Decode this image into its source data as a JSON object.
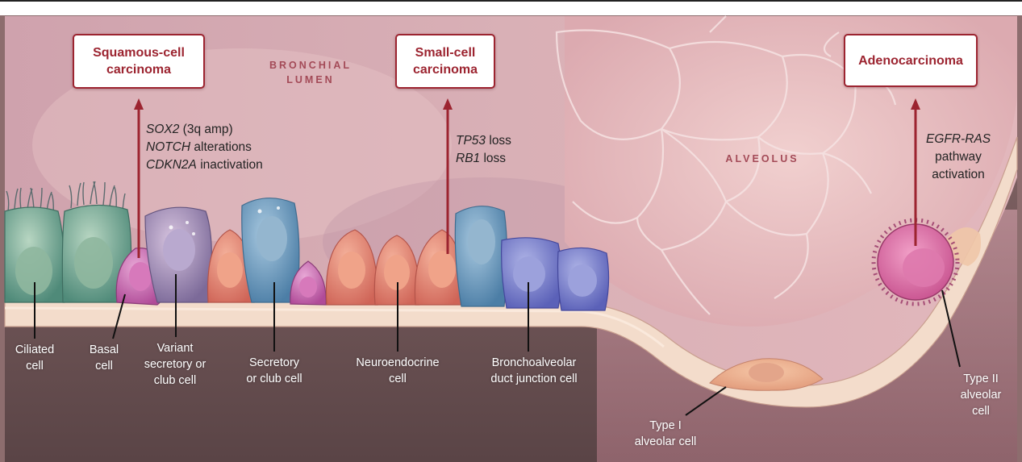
{
  "colors": {
    "accent_red": "#9c2430",
    "bronchial_lumen_pink": "#d7aab2",
    "alveolus_pink": "#ecc2c4",
    "basement_membrane": "#f1d7c6",
    "lower_tissue": "#6b5355"
  },
  "carcinomas": [
    {
      "title_line1": "Squamous-cell",
      "title_line2": "carcinoma"
    },
    {
      "title_line1": "Small-cell",
      "title_line2": "carcinoma"
    },
    {
      "title_line1": "Adenocarcinoma",
      "title_line2": ""
    }
  ],
  "regions": {
    "bronchial_line1": "BRONCHIAL",
    "bronchial_line2": "LUMEN",
    "alveolus": "ALVEOLUS"
  },
  "mutations": {
    "squamous": [
      {
        "gene": "SOX2",
        "rest": " (3q amp)"
      },
      {
        "gene": "NOTCH",
        "rest": " alterations"
      },
      {
        "gene": "CDKN2A",
        "rest": " inactivation"
      }
    ],
    "small_cell": [
      {
        "gene": "TP53",
        "rest": " loss"
      },
      {
        "gene": "RB1",
        "rest": " loss"
      }
    ],
    "adeno": [
      {
        "gene": "EGFR-RAS",
        "rest": ""
      },
      {
        "gene": "",
        "rest": "pathway"
      },
      {
        "gene": "",
        "rest": "activation"
      }
    ]
  },
  "cell_labels": {
    "ciliated": [
      "Ciliated",
      "cell"
    ],
    "basal": [
      "Basal",
      "cell"
    ],
    "variant": [
      "Variant",
      "secretory or",
      "club cell"
    ],
    "secretory": [
      "Secretory",
      "or club cell"
    ],
    "neuroendocrine": [
      "Neuroendocrine",
      "cell"
    ],
    "bronchoalveolar": [
      "Bronchoalveolar",
      "duct junction cell"
    ],
    "type1": [
      "Type I",
      "alveolar cell"
    ],
    "type2": [
      "Type II",
      "alveolar",
      "cell"
    ]
  }
}
